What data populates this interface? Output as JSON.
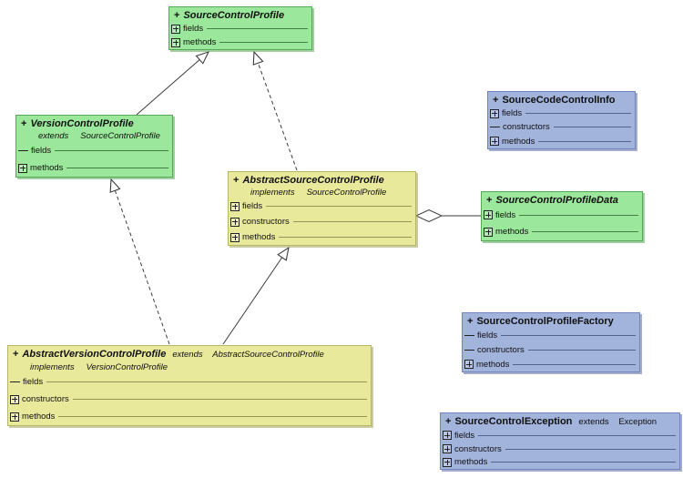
{
  "colors": {
    "interface_fill": "#9BE79B",
    "interface_border": "#55a855",
    "abstract_fill": "#E9E99C",
    "abstract_border": "#b6b668",
    "class_fill": "#A2B3DC",
    "class_border": "#7285bd",
    "background": "#ffffff",
    "line": "#3c3c3c"
  },
  "diagram": {
    "classes": [
      {
        "visibility": "+",
        "name": "SourceControlProfile",
        "kind": "interface",
        "members": [
          {
            "label": "fields",
            "icon": "icon-plus"
          },
          {
            "label": "methods",
            "icon": "icon-plus"
          }
        ]
      },
      {
        "visibility": "+",
        "name": "VersionControlProfile",
        "kind": "interface",
        "extends_keyword": "extends",
        "extends_type": "SourceControlProfile",
        "members": [
          {
            "label": "fields",
            "icon": "icon-dash"
          },
          {
            "label": "methods",
            "icon": "icon-plus"
          }
        ]
      },
      {
        "visibility": "+",
        "name": "AbstractSourceControlProfile",
        "kind": "abstract-class",
        "implements_keyword": "implements",
        "implements_type": "SourceControlProfile",
        "members": [
          {
            "label": "fields",
            "icon": "icon-plus"
          },
          {
            "label": "constructors",
            "icon": "icon-plus"
          },
          {
            "label": "methods",
            "icon": "icon-plus"
          }
        ]
      },
      {
        "visibility": "+",
        "name": "SourceCodeControlInfo",
        "kind": "class",
        "members": [
          {
            "label": "fields",
            "icon": "icon-plus"
          },
          {
            "label": "constructors",
            "icon": "icon-dash"
          },
          {
            "label": "methods",
            "icon": "icon-plus"
          }
        ]
      },
      {
        "visibility": "+",
        "name": "SourceControlProfileData",
        "kind": "interface",
        "members": [
          {
            "label": "fields",
            "icon": "icon-plus"
          },
          {
            "label": "methods",
            "icon": "icon-plus"
          }
        ]
      },
      {
        "visibility": "+",
        "name": "AbstractVersionControlProfile",
        "kind": "abstract-class",
        "extends_keyword": "extends",
        "extends_type": "AbstractSourceControlProfile",
        "implements_keyword": "implements",
        "implements_type": "VersionControlProfile",
        "members": [
          {
            "label": "fields",
            "icon": "icon-dash"
          },
          {
            "label": "constructors",
            "icon": "icon-plus"
          },
          {
            "label": "methods",
            "icon": "icon-plus"
          }
        ]
      },
      {
        "visibility": "+",
        "name": "SourceControlProfileFactory",
        "kind": "class",
        "members": [
          {
            "label": "fields",
            "icon": "icon-dash"
          },
          {
            "label": "constructors",
            "icon": "icon-dash"
          },
          {
            "label": "methods",
            "icon": "icon-plus"
          }
        ]
      },
      {
        "visibility": "+",
        "name": "SourceControlException",
        "kind": "class",
        "extends_keyword": "extends",
        "extends_type": "Exception",
        "members": [
          {
            "label": "fields",
            "icon": "icon-plus"
          },
          {
            "label": "constructors",
            "icon": "icon-plus"
          },
          {
            "label": "methods",
            "icon": "icon-plus"
          }
        ]
      }
    ],
    "relations": [
      {
        "from": "VersionControlProfile",
        "to": "SourceControlProfile",
        "type": "generalization-solid"
      },
      {
        "from": "AbstractSourceControlProfile",
        "to": "SourceControlProfile",
        "type": "realization-dashed"
      },
      {
        "from": "AbstractVersionControlProfile",
        "to": "VersionControlProfile",
        "type": "realization-dashed"
      },
      {
        "from": "AbstractVersionControlProfile",
        "to": "AbstractSourceControlProfile",
        "type": "generalization-solid"
      },
      {
        "from": "AbstractSourceControlProfile",
        "to": "SourceControlProfileData",
        "type": "aggregation"
      }
    ]
  }
}
